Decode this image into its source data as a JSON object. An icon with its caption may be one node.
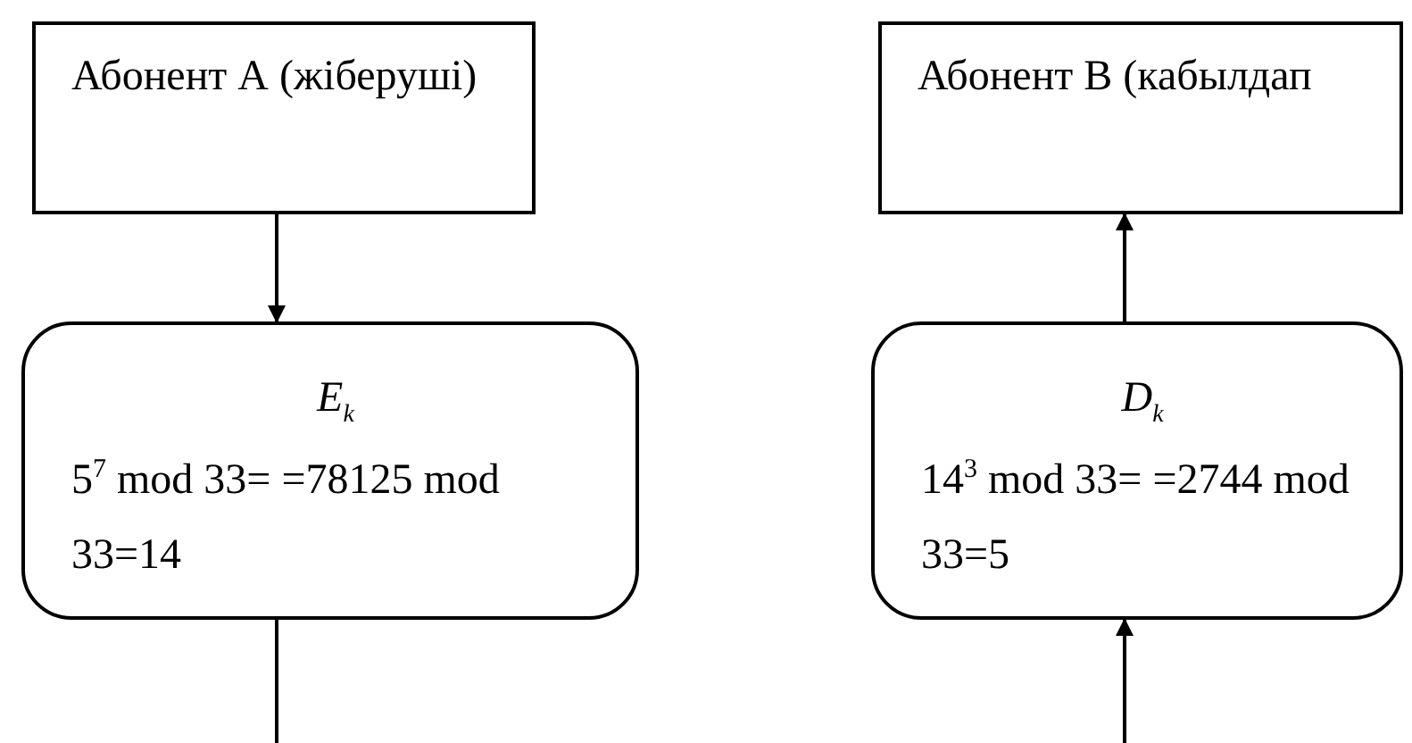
{
  "diagram": {
    "nodes": [
      {
        "text": [
          "Абонент А (жіберуші)"
        ]
      },
      {
        "text": [
          "Абонент В (кабылдап"
        ]
      },
      {
        "text": [
          "E$_{k}$",
          "5$^{7}$ mod 33= =78125 mod 33=14"
        ]
      },
      {
        "text": [
          "D$_{k}$",
          "14$^{3}$ mod 33= =2744 mod 33=5"
        ]
      }
    ],
    "edges": [
      {
        "from": 0,
        "to": 2,
        "arrow": "to"
      },
      {
        "from": 3,
        "to": 1,
        "arrow": "to"
      },
      {
        "from": 2,
        "to": null,
        "arrow": "none"
      },
      {
        "from": null,
        "to": 3,
        "arrow": "to"
      }
    ]
  }
}
